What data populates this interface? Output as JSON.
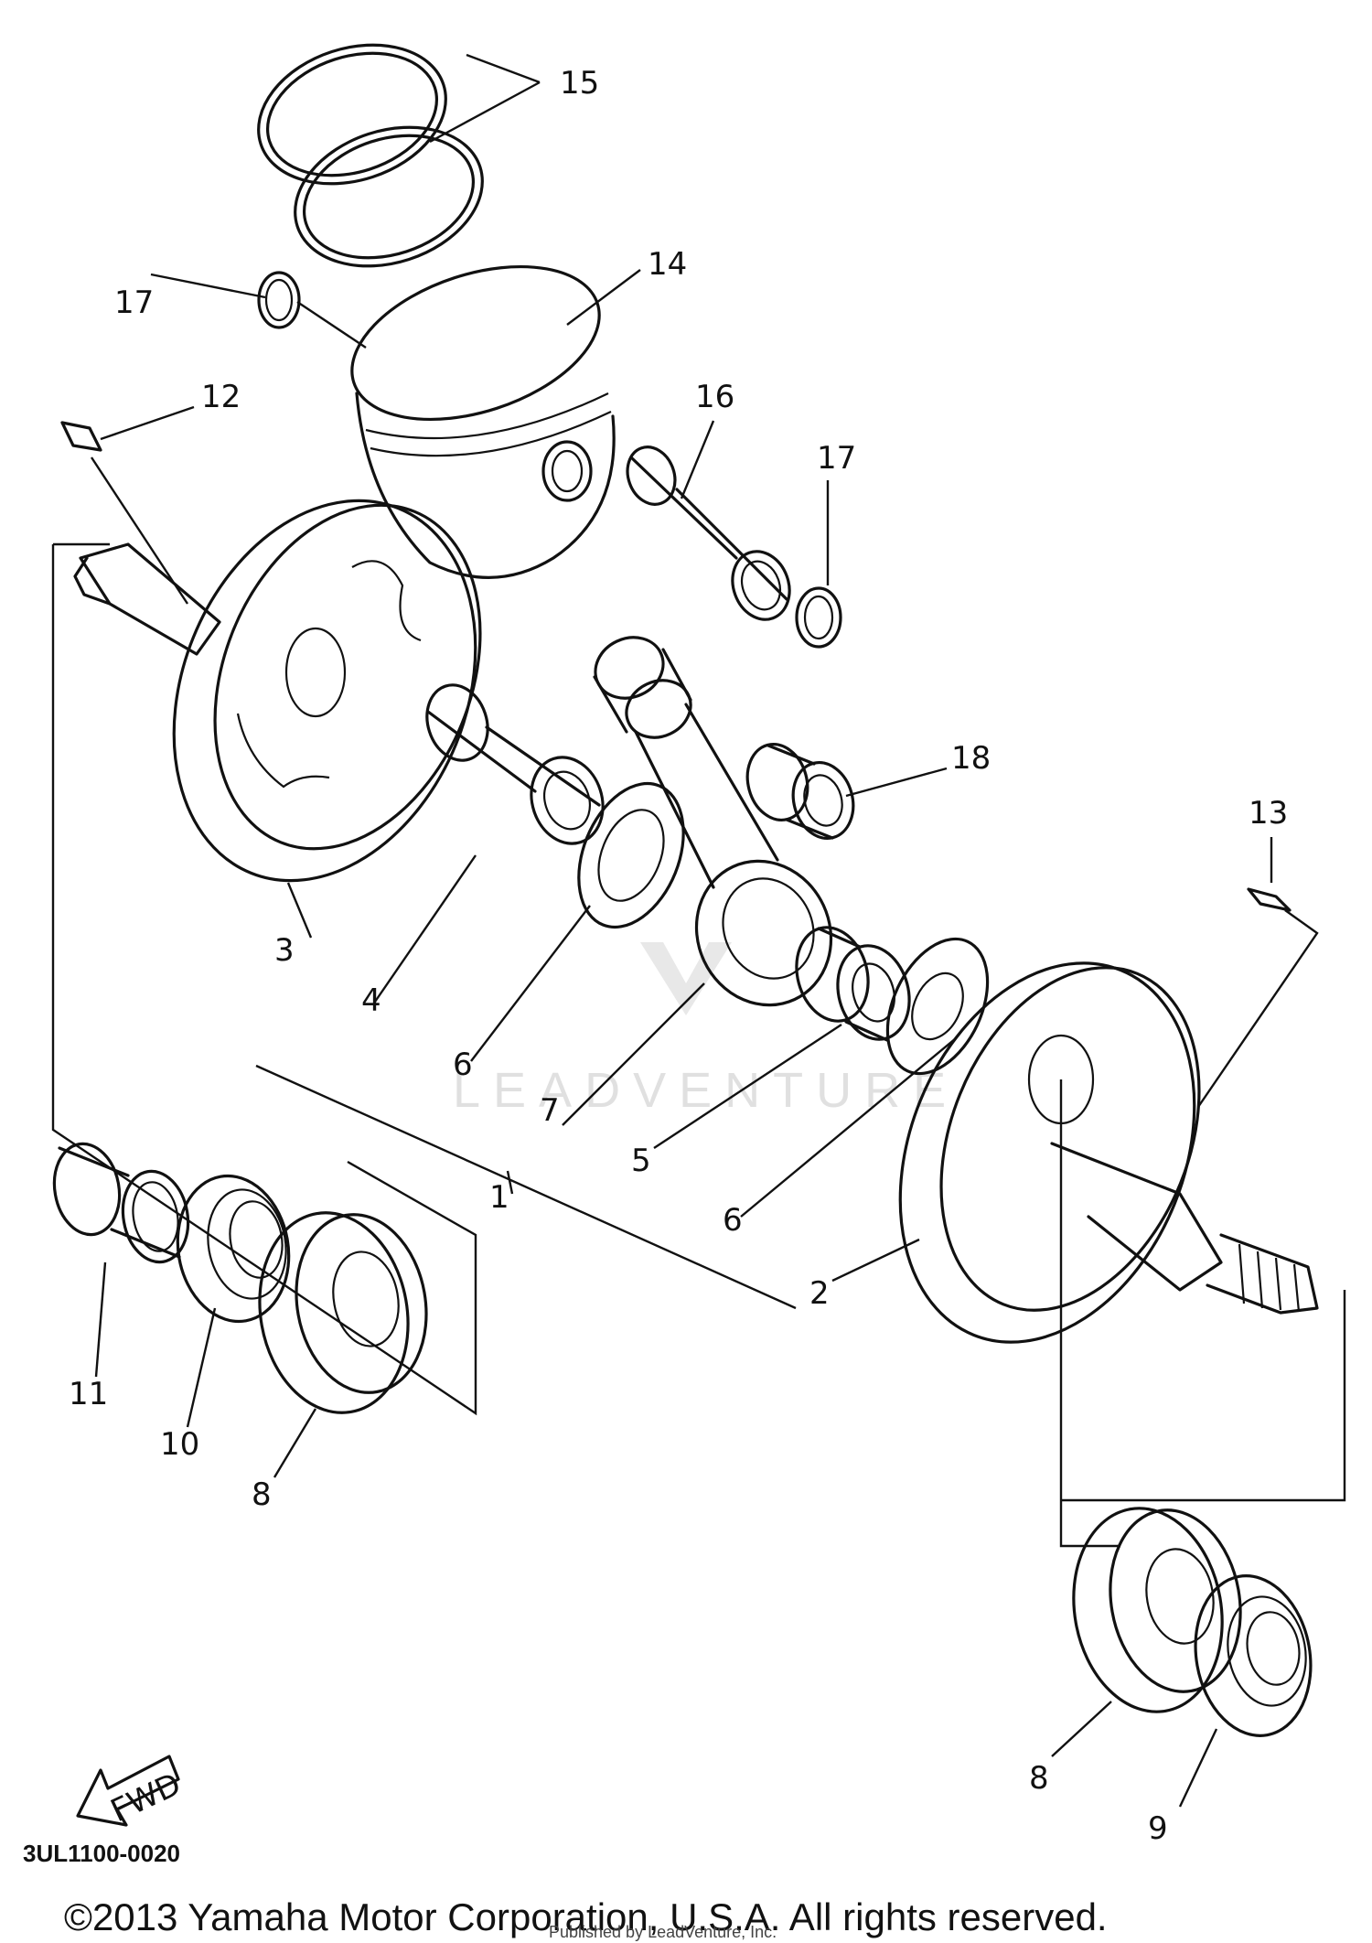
{
  "diagram": {
    "code": "3UL1100-0020",
    "copyright": "©2013 Yamaha Motor Corporation, U.S.A. All rights reserved.",
    "footer_small": "Published by LeadVenture, Inc.",
    "watermark": "LEADVENTURE",
    "fwd_label": "FWD"
  },
  "callouts": [
    "15",
    "14",
    "17",
    "12",
    "16",
    "17",
    "18",
    "13",
    "3",
    "4",
    "6",
    "7",
    "1",
    "5",
    "6",
    "2",
    "11",
    "10",
    "8",
    "8",
    "9"
  ]
}
